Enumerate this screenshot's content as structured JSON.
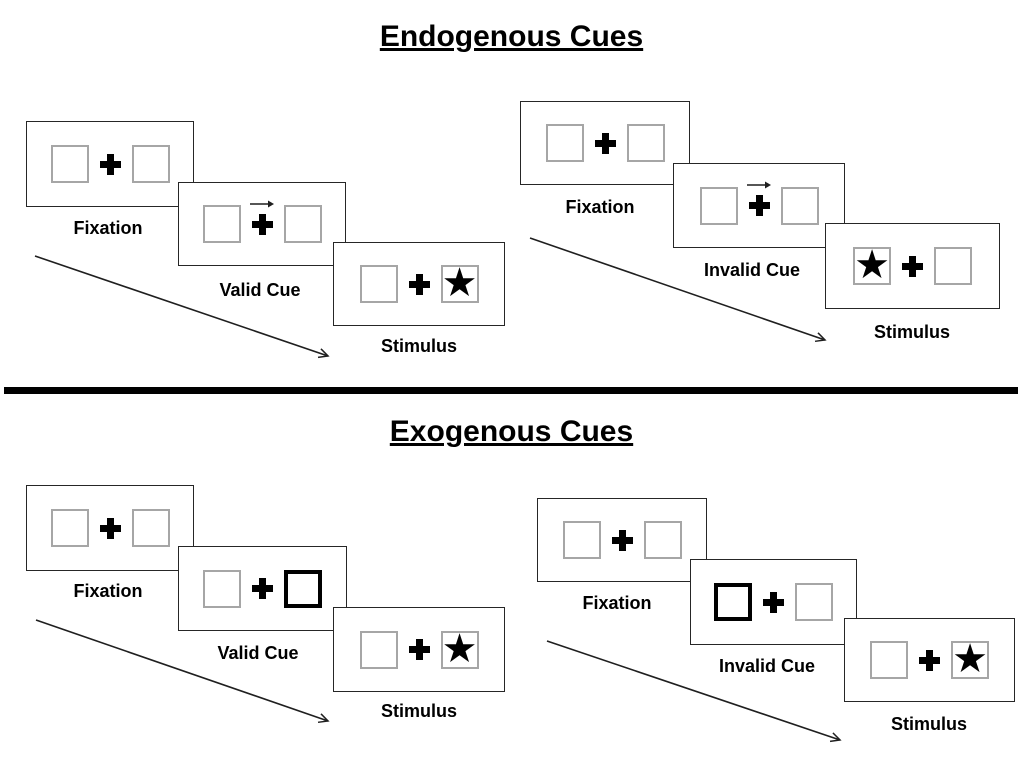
{
  "sections": [
    {
      "title": "Endogenous Cues",
      "groups": [
        {
          "condition": "valid",
          "panels": [
            {
              "label": "Fixation",
              "left_box": "empty",
              "center": "plus",
              "right_box": "empty"
            },
            {
              "label": "Valid Cue",
              "left_box": "empty",
              "center": "plus-arrow-right",
              "right_box": "empty"
            },
            {
              "label": "Stimulus",
              "left_box": "empty",
              "center": "plus",
              "right_box": "star"
            }
          ]
        },
        {
          "condition": "invalid",
          "panels": [
            {
              "label": "Fixation",
              "left_box": "empty",
              "center": "plus",
              "right_box": "empty"
            },
            {
              "label": "Invalid Cue",
              "left_box": "empty",
              "center": "plus-arrow-right",
              "right_box": "empty"
            },
            {
              "label": "Stimulus",
              "left_box": "star",
              "center": "plus",
              "right_box": "empty"
            }
          ]
        }
      ]
    },
    {
      "title": "Exogenous Cues",
      "groups": [
        {
          "condition": "valid",
          "panels": [
            {
              "label": "Fixation",
              "left_box": "empty",
              "center": "plus",
              "right_box": "empty"
            },
            {
              "label": "Valid Cue",
              "left_box": "empty",
              "center": "plus",
              "right_box": "highlighted"
            },
            {
              "label": "Stimulus",
              "left_box": "empty",
              "center": "plus",
              "right_box": "star"
            }
          ]
        },
        {
          "condition": "invalid",
          "panels": [
            {
              "label": "Fixation",
              "left_box": "empty",
              "center": "plus",
              "right_box": "empty"
            },
            {
              "label": "Invalid Cue",
              "left_box": "highlighted",
              "center": "plus",
              "right_box": "empty"
            },
            {
              "label": "Stimulus",
              "left_box": "empty",
              "center": "plus",
              "right_box": "star"
            }
          ]
        }
      ]
    }
  ],
  "glyphs": {
    "star": "★"
  },
  "colors": {
    "panel_border": "#262626",
    "square_border": "#a6a6a6",
    "cue_border": "#000000",
    "symbol": "#000000",
    "divider": "#000000",
    "arrow": "#1f1f1f"
  }
}
